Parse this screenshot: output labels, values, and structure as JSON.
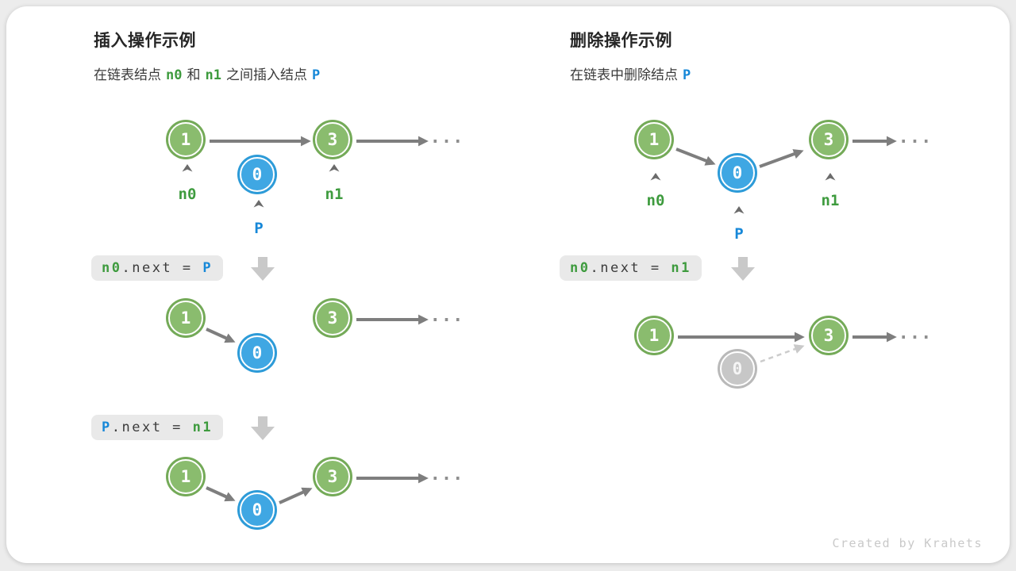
{
  "insert": {
    "title": "插入操作示例",
    "subtitle": {
      "pre": "在链表结点",
      "n0": "n0",
      "and": "和",
      "n1": "n1",
      "post": "之间插入结点",
      "p": "P"
    },
    "code1": {
      "lhs": "n0",
      "mid": ".next = ",
      "rhs": "P"
    },
    "code2": {
      "lhs": "P",
      "mid": ".next = ",
      "rhs": "n1"
    }
  },
  "remove": {
    "title": "删除操作示例",
    "subtitle": {
      "pre": "在链表中删除结点",
      "p": "P"
    },
    "code1": {
      "lhs": "n0",
      "mid": ".next = ",
      "rhs": "n1"
    }
  },
  "nodes": {
    "one": "1",
    "three": "3",
    "zero": "0"
  },
  "labels": {
    "n0": "n0",
    "n1": "n1",
    "p": "P"
  },
  "ellipsis": "...",
  "footer": "Created by Krahets",
  "colors": {
    "node_green_fill": "#8abc6e",
    "node_green_border": "#74aa58",
    "node_blue_fill": "#3fa7e3",
    "node_blue_border": "#2d9bd8",
    "node_gray_fill": "#c7c7c7",
    "label_green": "#3e9b3e",
    "label_blue": "#1788d8",
    "arrow_gray": "#7e7e7e",
    "block_arrow_gray": "#c9c9c9",
    "codebox_bg": "#e9e9e9"
  }
}
